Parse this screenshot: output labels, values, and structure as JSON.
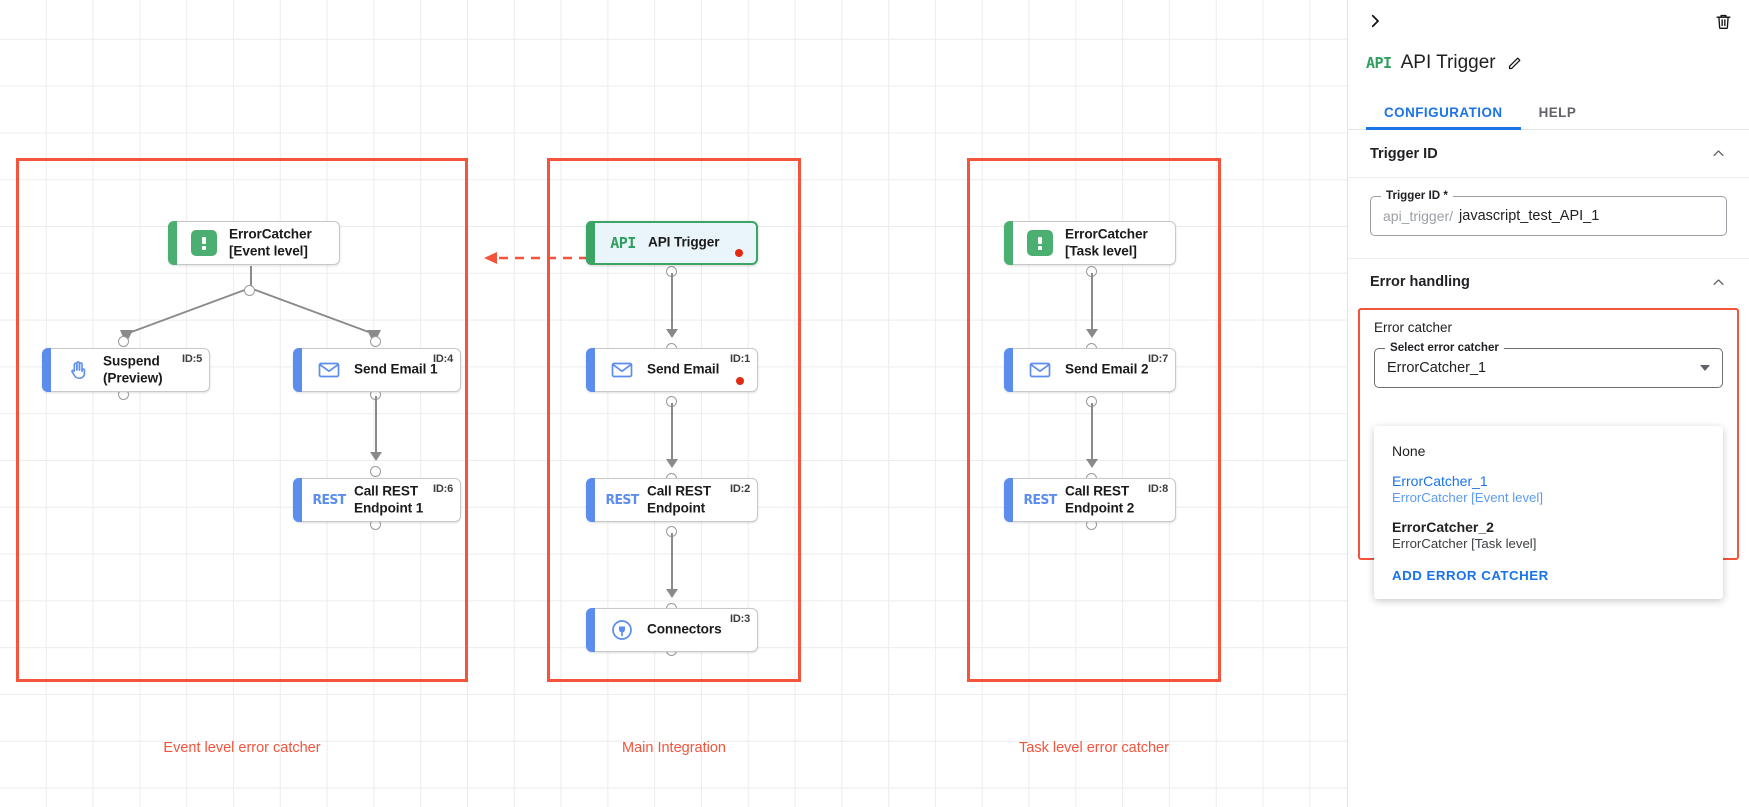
{
  "canvas": {
    "groups": [
      {
        "caption": "Event level error catcher"
      },
      {
        "caption": "Main Integration"
      },
      {
        "caption": "Task level error catcher"
      }
    ],
    "nodes": [
      {
        "id": "errorcatcher-event",
        "label": "ErrorCatcher\n[Event level]",
        "icon": "error-catcher-icon",
        "id_badge": "",
        "accent": "green",
        "selected": false,
        "error": false
      },
      {
        "id": "suspend-preview",
        "label": "Suspend\n(Preview)",
        "icon": "hand-icon",
        "id_badge": "ID:5",
        "accent": "blue",
        "selected": false,
        "error": false
      },
      {
        "id": "send-email-1",
        "label": "Send Email 1",
        "icon": "envelope-icon",
        "id_badge": "ID:4",
        "accent": "blue",
        "selected": false,
        "error": false
      },
      {
        "id": "call-rest-endpoint-1",
        "label": "Call REST\nEndpoint 1",
        "icon": "rest-icon",
        "id_badge": "ID:6",
        "accent": "blue",
        "selected": false,
        "error": false
      },
      {
        "id": "api-trigger",
        "label": "API Trigger",
        "icon": "api-icon",
        "id_badge": "",
        "accent": "green",
        "selected": true,
        "error": true
      },
      {
        "id": "send-email",
        "label": "Send Email",
        "icon": "envelope-icon",
        "id_badge": "ID:1",
        "accent": "blue",
        "selected": false,
        "error": true
      },
      {
        "id": "call-rest-endpoint",
        "label": "Call REST\nEndpoint",
        "icon": "rest-icon",
        "id_badge": "ID:2",
        "accent": "blue",
        "selected": false,
        "error": false
      },
      {
        "id": "connectors",
        "label": "Connectors",
        "icon": "connectors-icon",
        "id_badge": "ID:3",
        "accent": "blue",
        "selected": false,
        "error": false
      },
      {
        "id": "errorcatcher-task",
        "label": "ErrorCatcher\n[Task level]",
        "icon": "error-catcher-icon",
        "id_badge": "",
        "accent": "green",
        "selected": false,
        "error": false
      },
      {
        "id": "send-email-2",
        "label": "Send Email 2",
        "icon": "envelope-icon",
        "id_badge": "ID:7",
        "accent": "blue",
        "selected": false,
        "error": false
      },
      {
        "id": "call-rest-endpoint-2",
        "label": "Call REST\nEndpoint 2",
        "icon": "rest-icon",
        "id_badge": "ID:8",
        "accent": "blue",
        "selected": false,
        "error": false
      }
    ]
  },
  "panel": {
    "title": "API Trigger",
    "title_icon": "API",
    "tabs": [
      {
        "label": "CONFIGURATION",
        "active": true
      },
      {
        "label": "HELP",
        "active": false
      }
    ],
    "trigger_id_section": {
      "title": "Trigger ID",
      "field_legend": "Trigger ID *",
      "prefix": "api_trigger/",
      "value": "javascript_test_API_1"
    },
    "error_handling_section": {
      "title": "Error handling",
      "sub_label": "Error catcher",
      "select_legend": "Select error catcher",
      "selected_value": "ErrorCatcher_1",
      "options": [
        {
          "primary": "None",
          "secondary": "",
          "selected": false,
          "bold": false
        },
        {
          "primary": "ErrorCatcher_1",
          "secondary": "ErrorCatcher [Event level]",
          "selected": true,
          "bold": false
        },
        {
          "primary": "ErrorCatcher_2",
          "secondary": "ErrorCatcher [Task level]",
          "selected": false,
          "bold": true
        }
      ],
      "action_label": "ADD ERROR CATCHER"
    }
  },
  "colors": {
    "accent_blue": "#1a73e8",
    "group_red": "#f4533c",
    "node_blue": "#5b8dee",
    "node_green": "#4caf72",
    "error_dot": "#e32b12"
  }
}
